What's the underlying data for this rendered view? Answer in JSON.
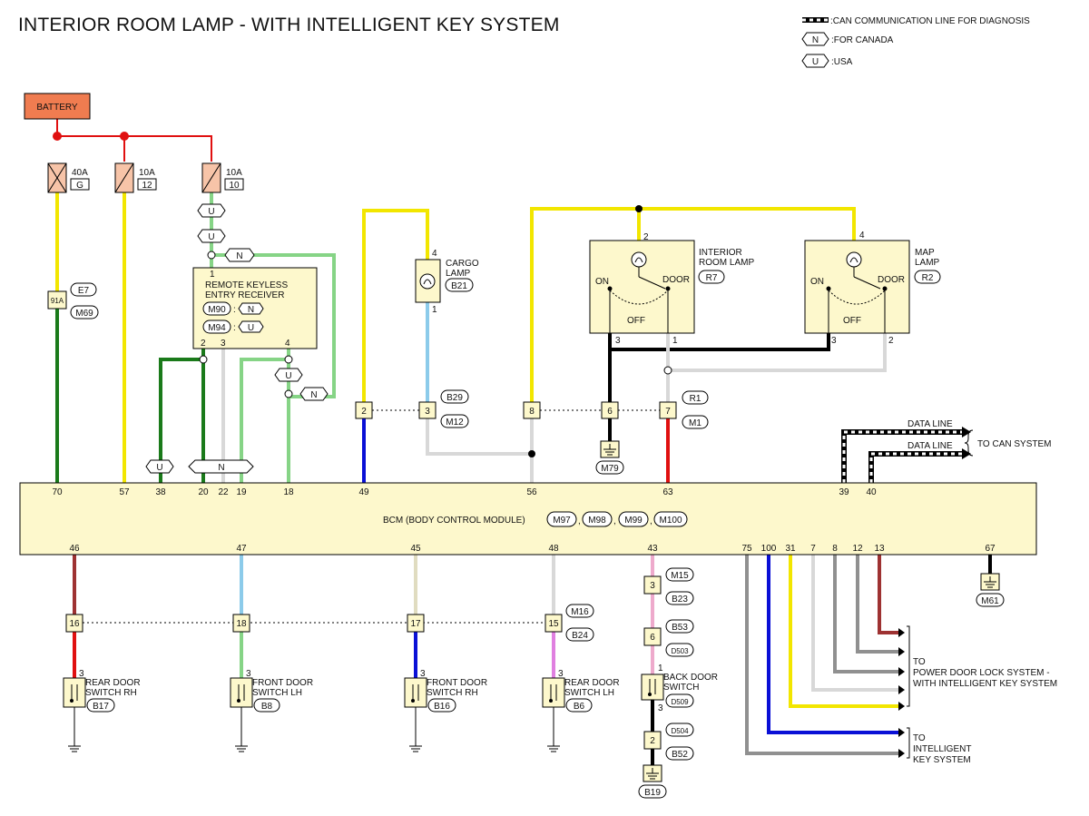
{
  "title": "INTERIOR ROOM LAMP - WITH INTELLIGENT KEY SYSTEM",
  "legend": {
    "can_line": ":CAN COMMUNICATION LINE FOR DIAGNOSIS",
    "canada_tag": "N",
    "canada_text": ":FOR CANADA",
    "usa_tag": "U",
    "usa_text": ":USA"
  },
  "battery": "BATTERY",
  "fuses": {
    "f1_rating": "40A",
    "f1_id": "G",
    "f2_rating": "10A",
    "f2_id": "12",
    "f3_rating": "10A",
    "f3_id": "10"
  },
  "tags": {
    "N": "N",
    "U": "U"
  },
  "e7": "E7",
  "j91a": "91A",
  "m69": "M69",
  "keyless": {
    "line1": "REMOTE KEYLESS",
    "line2": "ENTRY RECEIVER",
    "m90": "M90",
    "m94": "M94",
    "colon": ":",
    "pin1": "1",
    "pin2": "2",
    "pin3": "3",
    "pin4": "4"
  },
  "cargo": {
    "line1": "CARGO",
    "line2": "LAMP",
    "id": "B21",
    "pin4": "4",
    "pin1": "1"
  },
  "interior_lamp": {
    "line1": "INTERIOR",
    "line2": "ROOM LAMP",
    "id": "R7",
    "on": "ON",
    "door": "DOOR",
    "off": "OFF",
    "pin2": "2",
    "pin3": "3",
    "pin1": "1"
  },
  "map_lamp": {
    "line1": "MAP",
    "line2": "LAMP",
    "id": "R2",
    "on": "ON",
    "door": "DOOR",
    "off": "OFF",
    "pin4": "4",
    "pin3": "3",
    "pin2": "2"
  },
  "junctions": {
    "j2": "2",
    "j3": "3",
    "j8": "8",
    "j6": "6",
    "j7": "7",
    "b29": "B29",
    "m12": "M12",
    "r1": "R1",
    "m1": "M1",
    "m79": "M79"
  },
  "data_line": "DATA LINE",
  "to_can": "TO CAN SYSTEM",
  "bcm": {
    "label": "BCM (BODY CONTROL MODULE)",
    "c1": "M97",
    "c2": "M98",
    "c3": "M99",
    "c4": "M100",
    "comma": ","
  },
  "bcm_top_pins": [
    "70",
    "57",
    "38",
    "20",
    "22",
    "19",
    "18",
    "49",
    "56",
    "63",
    "39",
    "40"
  ],
  "bcm_bottom_pins": [
    "46",
    "47",
    "45",
    "48",
    "43",
    "75",
    "100",
    "31",
    "7",
    "8",
    "12",
    "13",
    "67"
  ],
  "m61": "M61",
  "bottom": {
    "j16": "16",
    "j18": "18",
    "j17": "17",
    "j15": "15",
    "m16": "M16",
    "b24": "B24",
    "m15": "M15",
    "j3b": "3",
    "b23": "B23",
    "b53": "B53",
    "j6b": "6",
    "d503": "D503",
    "d504": "D504",
    "j2b": "2",
    "b52": "B52",
    "b19": "B19"
  },
  "switches": {
    "rr_l1": "REAR DOOR",
    "rr_l2": "SWITCH RH",
    "rr_id": "B17",
    "fl_l1": "FRONT DOOR",
    "fl_l2": "SWITCH LH",
    "fl_id": "B8",
    "fr_l1": "FRONT DOOR",
    "fr_l2": "SWITCH RH",
    "fr_id": "B16",
    "rl_l1": "REAR DOOR",
    "rl_l2": "SWITCH LH",
    "rl_id": "B6",
    "bk_l1": "BACK DOOR",
    "bk_l2": "SWITCH",
    "bk_id": "D509",
    "pin3": "3",
    "pin1": "1"
  },
  "to_pdl": {
    "l1": "TO",
    "l2": "POWER DOOR LOCK SYSTEM -",
    "l3": "WITH INTELLIGENT KEY SYSTEM"
  },
  "to_ik": {
    "l1": "TO",
    "l2": "INTELLIGENT",
    "l3": "KEY SYSTEM"
  },
  "colors": {
    "yellow": "#f2e600",
    "green": "#1a7a1a",
    "light_green": "#86d486",
    "blue": "#0a10d6",
    "light_blue": "#8ccbea",
    "red": "#e01010",
    "black": "#000000",
    "gray": "#909090",
    "white_wire": "#d8d8d8",
    "brown": "#9e3232",
    "pink": "#eeaacc",
    "violet": "#e080e0",
    "beige": "#e0dcc0",
    "box_fill": "#fdf8cc",
    "battery_fill": "#f07c50",
    "fuse_fill": "#f7c4a8"
  }
}
